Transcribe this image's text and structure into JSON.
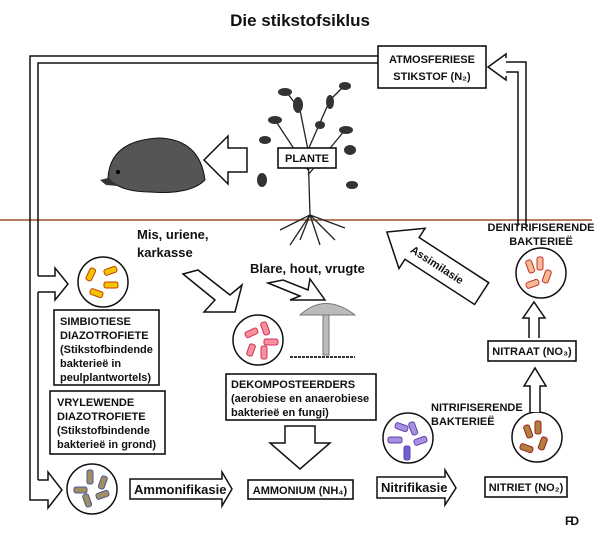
{
  "title": "Die stikstofsiklus",
  "atmosphere": {
    "line1": "ATMOSFERIESE",
    "line2": "STIKSTOF (N₂)"
  },
  "plants": "PLANTE",
  "waste": {
    "line1": "Mis, uriene,",
    "line2": "karkasse"
  },
  "litter": "Blare, hout, vrugte",
  "assimilation": "Assimilasie",
  "symbiotic": {
    "line1": "SIMBIOTIESE",
    "line2": "DIAZOTROFIETE",
    "line3": "(Stikstofbindende",
    "line4": "bakterieë in",
    "line5": "peulplantwortels)"
  },
  "free_living": {
    "line1": "VRYLEWENDE",
    "line2": "DIAZOTROFIETE",
    "line3": "(Stikstofbindende",
    "line4": "bakterieë in grond)"
  },
  "decomposers": {
    "line1": "DEKOMPOSTEERDERS",
    "line2": "(aerobiese en anaerobiese",
    "line3": "bakterieë en fungi)"
  },
  "ammonification": "Ammonifikasie",
  "ammonium": "AMMONIUM (NH₄)",
  "nitrification": "Nitrifikasie",
  "nitrifying": {
    "line1": "NITRIFISERENDE",
    "line2": "BAKTERIEË"
  },
  "nitrite": "NITRIET (NO₂)",
  "nitrate": "NITRAAT (NO₃)",
  "denitrifying": {
    "line1": "DENITRIFISERENDE",
    "line2": "BAKTERIEË"
  },
  "signature": "FD",
  "colors": {
    "soil_line": "#a0522d",
    "symbiotic_bacteria": "#f5c400",
    "decomposer_bacteria": "#f08090",
    "soil_bacteria": "#a09060",
    "nitrifying_bacteria": "#a890e0",
    "nitrite_bacteria": "#b08040",
    "denitrifying_bacteria": "#f5b090"
  }
}
